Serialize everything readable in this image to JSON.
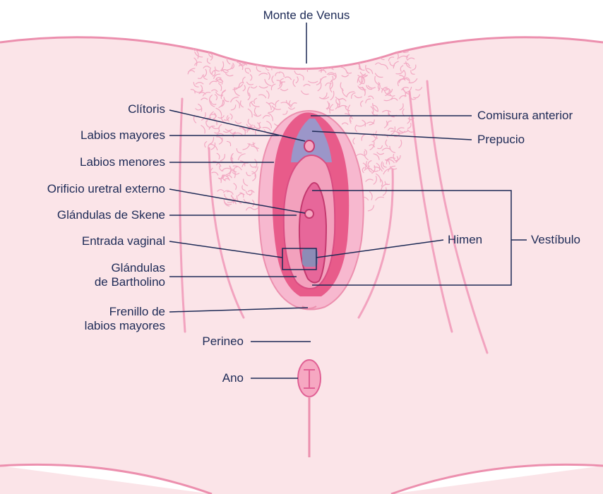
{
  "labels": {
    "monte_de_venus": "Monte de Venus",
    "clitoris": "Clítoris",
    "labios_mayores": "Labios mayores",
    "labios_menores": "Labios menores",
    "orificio_uretral": "Orificio uretral externo",
    "glandulas_skene": "Glándulas de Skene",
    "entrada_vaginal": "Entrada vaginal",
    "glandulas_bartholino_1": "Glándulas",
    "glandulas_bartholino_2": "de Bartholino",
    "frenillo_1": "Frenillo de",
    "frenillo_2": "labios mayores",
    "perineo": "Perineo",
    "ano": "Ano",
    "comisura_anterior": "Comisura anterior",
    "prepucio": "Prepucio",
    "himen": "Himen",
    "vestibulo": "Vestíbulo"
  },
  "colors": {
    "skin": "#fbe4e8",
    "outline": "#ec8fae",
    "labia_majora": "#e85b8a",
    "labia_minora": "#f3a1bd",
    "prepuce": "#9b96c9",
    "hymen": "#8d8cb6",
    "leader": "#1d2a56",
    "hair": "#f2a9c3"
  }
}
